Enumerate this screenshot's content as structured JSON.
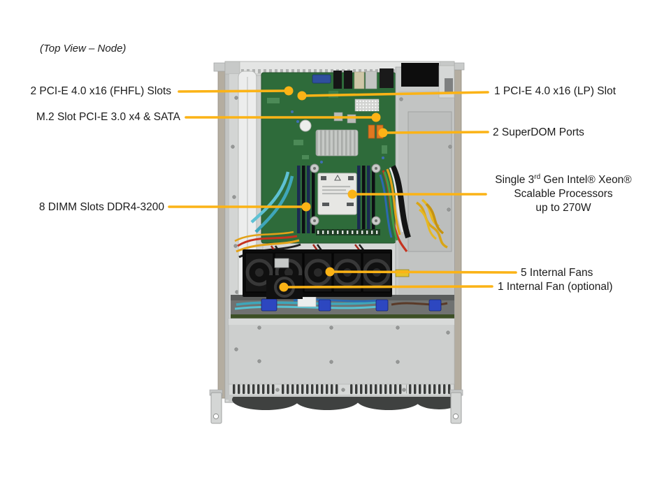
{
  "title": "(Top View – Node)",
  "accent_color": "#FBB316",
  "callouts": {
    "fhfl": {
      "label": "2 PCI-E 4.0 x16 (FHFL) Slots"
    },
    "m2": {
      "label": "M.2 Slot PCI-E 3.0 x4 & SATA"
    },
    "dimm": {
      "label": "8 DIMM Slots DDR4-3200"
    },
    "lp": {
      "label": "1 PCI-E 4.0 x16 (LP) Slot"
    },
    "superdom": {
      "label": "2 SuperDOM Ports"
    },
    "cpu": {
      "l1_pre": "Single 3",
      "l1_sup": "rd",
      "l1_post": " Gen Intel® Xeon®",
      "l2": "Scalable Processors",
      "l3": "up to 270W"
    },
    "fans5": {
      "label": "5 Internal Fans"
    },
    "fan1": {
      "label": "1 Internal Fan (optional)"
    }
  }
}
